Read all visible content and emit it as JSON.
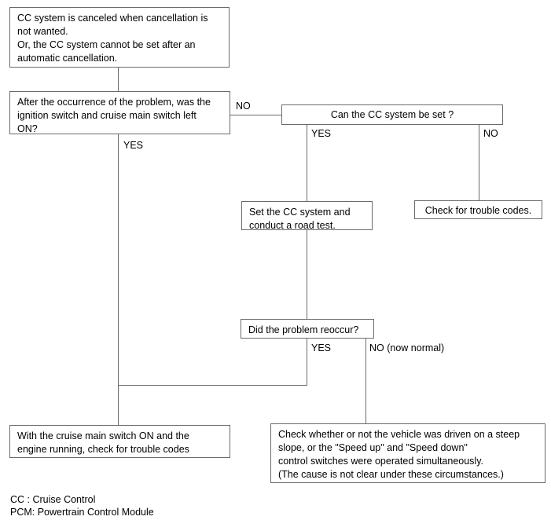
{
  "diagram": {
    "title": "Cruise Control cancellation troubleshooting flowchart",
    "line_color": "#6b6b6b",
    "box_border_color": "#6b6b6b",
    "background": "#ffffff",
    "text_color": "#000000"
  },
  "nodes": {
    "symptom": {
      "text": "CC system is canceled when cancellation is\nnot wanted.\nOr, the CC system cannot be set after an\nautomatic cancellation."
    },
    "ignition_question": {
      "text": "After the occurrence of the problem, was the\nignition switch and cruise main switch left\nON?"
    },
    "can_set_question": {
      "text": "Can the CC system be set ?"
    },
    "set_and_road_test": {
      "text": "Set the CC system and\nconduct a road test."
    },
    "check_trouble_codes": {
      "text": "Check for trouble codes."
    },
    "reoccur_question": {
      "text": "Did the problem reoccur?"
    },
    "cruise_switch_on_check": {
      "text": "With the cruise main switch ON and the\nengine running, check for trouble codes"
    },
    "steep_slope_note": {
      "text": "Check whether or not the vehicle was driven on a steep\nslope, or the \"Speed up\" and \"Speed down\"\n control switches were operated simultaneously.\n(The cause is not clear under these circumstances.)"
    }
  },
  "branch_labels": {
    "ignition_no": "NO",
    "ignition_yes": "YES",
    "can_set_yes": "YES",
    "can_set_no": "NO",
    "reoccur_yes": "YES",
    "reoccur_no": "NO (now normal)"
  },
  "legend": {
    "text": "CC : Cruise Control\nPCM: Powertrain Control Module"
  }
}
